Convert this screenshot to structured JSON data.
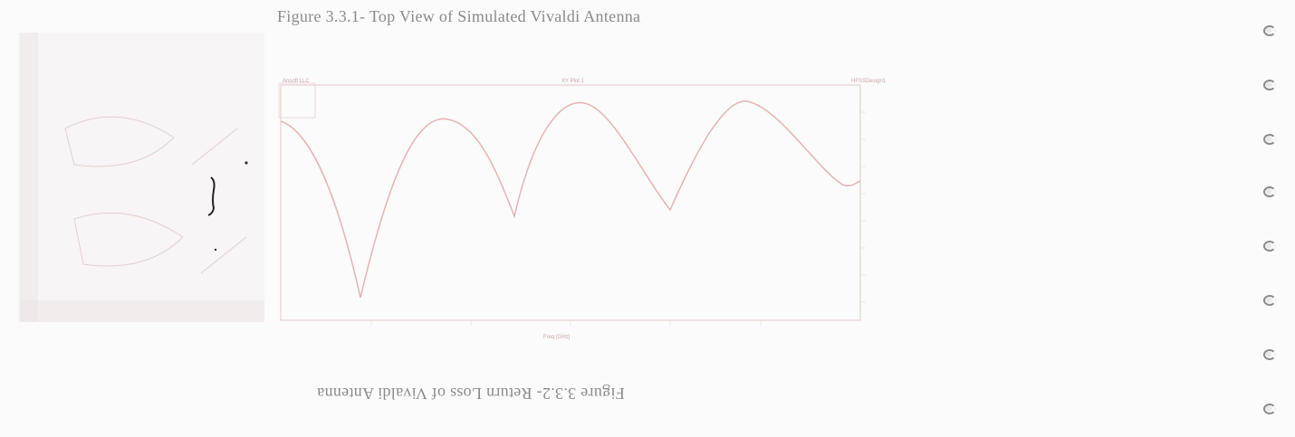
{
  "captions": {
    "top": "Figure 3.3.1- Top View of Simulated Vivaldi Antenna",
    "bottom": "Figure 3.3.2- Return Loss of Vivaldi Antenna"
  },
  "plot": {
    "title": "XY Plot 1",
    "header_left": "Ansoft LLC",
    "header_right": "HFSSDesign1",
    "xlabel": "Freq [GHz]"
  },
  "colors": {
    "caption": "#8a8a8a",
    "curve": "#e6b3b3",
    "frame": "#e4c7c7",
    "binder_hole": "#8c8c8c"
  },
  "binder_holes": 8
}
